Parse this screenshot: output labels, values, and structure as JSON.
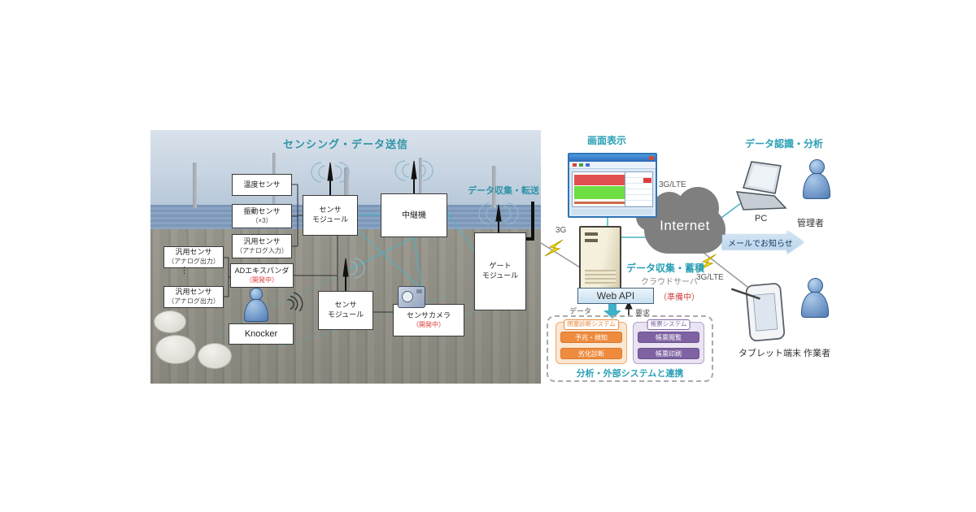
{
  "colors": {
    "teal_label": "#2aa0b5",
    "red_note": "#e03c3c",
    "orange": "#ef8b3f",
    "purple": "#7e62a1",
    "mail_arrow": "#b6d2ea",
    "line_teal": "#49b4c6",
    "cloud_gray": "#7f7f7f"
  },
  "left": {
    "title": "センシング・データ送信",
    "gate_label": "データ収集・転送",
    "dots": "⋮",
    "col1": [
      {
        "label": "汎用センサ",
        "sub": "（アナログ出力）"
      },
      {
        "label": "汎用センサ",
        "sub": "（アナログ出力）"
      }
    ],
    "col2": [
      {
        "label": "温度センサ",
        "sub": ""
      },
      {
        "label": "振動センサ",
        "sub": "（×3）"
      },
      {
        "label": "汎用センサ",
        "sub": "（アナログ入力）"
      },
      {
        "label": "ADエキスパンダ",
        "sub": "（開発中）"
      }
    ],
    "knocker": "Knocker",
    "module_top": {
      "l1": "センサ",
      "l2": "モジュール"
    },
    "relay": "中継機",
    "module_bottom": {
      "l1": "センサ",
      "l2": "モジュール"
    },
    "camera": {
      "label": "センサカメラ",
      "sub": "（開発中）"
    },
    "gate": {
      "l1": "ゲート",
      "l2": "モジュール"
    }
  },
  "right": {
    "screen_label": "画面表示",
    "recog_label": "データ認識・分析",
    "cloud": "Internet",
    "lte_top": "3G/LTE",
    "lte_bottom": "3G/LTE",
    "g3": "3G",
    "pc": "PC",
    "admin": "管理者",
    "mail_arrow": "メールでお知らせ",
    "collect_label": "データ収集・蓄積",
    "cloud_server": "クラウドサーバ",
    "webapi": "Web API",
    "preparing": "（準備中）",
    "data_lbl": "データ",
    "request_lbl": "要求",
    "tablet": "タブレット端末",
    "worker": "作業者",
    "ext": {
      "caption": "分析・外部システムと連携",
      "orange": {
        "header": "閉塞診断システム",
        "items": [
          "予兆・検知",
          "劣化診断"
        ]
      },
      "purple": {
        "header": "帳票システム",
        "items": [
          "帳票閲覧",
          "帳票印刷"
        ]
      }
    }
  }
}
